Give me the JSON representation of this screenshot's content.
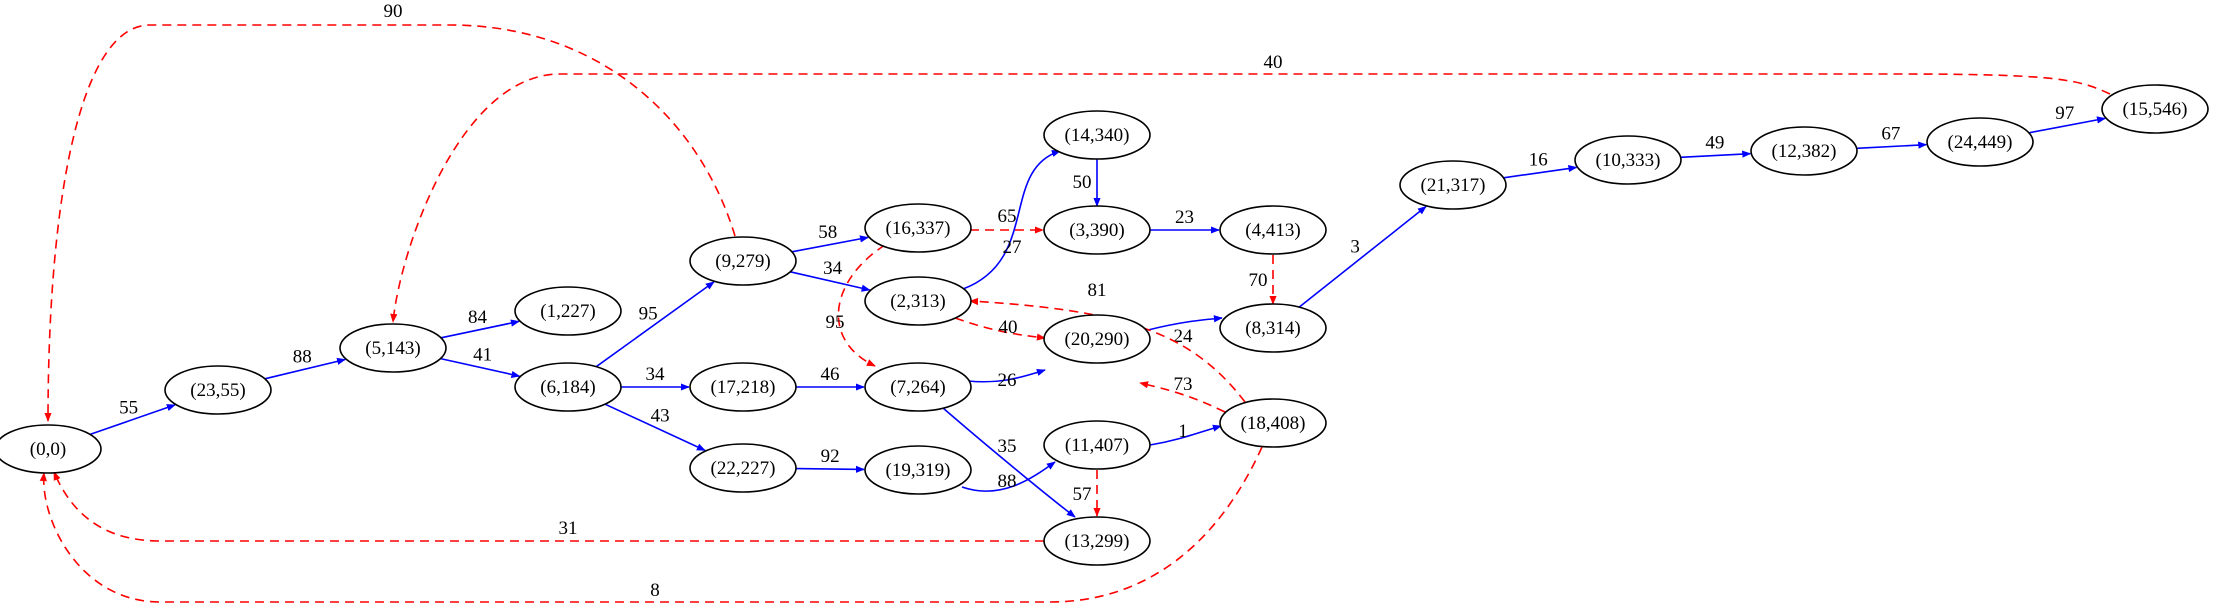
{
  "colors": {
    "tree_edge": "#0000ff",
    "back_edge": "#ff0000",
    "node_stroke": "#000000"
  },
  "nodes": [
    {
      "id": "n0",
      "label": "(0,0)"
    },
    {
      "id": "n23",
      "label": "(23,55)"
    },
    {
      "id": "n5",
      "label": "(5,143)"
    },
    {
      "id": "n6",
      "label": "(6,184)"
    },
    {
      "id": "n1",
      "label": "(1,227)"
    },
    {
      "id": "n9",
      "label": "(9,279)"
    },
    {
      "id": "n17",
      "label": "(17,218)"
    },
    {
      "id": "n22",
      "label": "(22,227)"
    },
    {
      "id": "n16",
      "label": "(16,337)"
    },
    {
      "id": "n2",
      "label": "(2,313)"
    },
    {
      "id": "n7",
      "label": "(7,264)"
    },
    {
      "id": "n19",
      "label": "(19,319)"
    },
    {
      "id": "n14",
      "label": "(14,340)"
    },
    {
      "id": "n3",
      "label": "(3,390)"
    },
    {
      "id": "n20",
      "label": "(20,290)"
    },
    {
      "id": "n11",
      "label": "(11,407)"
    },
    {
      "id": "n13",
      "label": "(13,299)"
    },
    {
      "id": "n4",
      "label": "(4,413)"
    },
    {
      "id": "n8",
      "label": "(8,314)"
    },
    {
      "id": "n18",
      "label": "(18,408)"
    },
    {
      "id": "n21",
      "label": "(21,317)"
    },
    {
      "id": "n10",
      "label": "(10,333)"
    },
    {
      "id": "n12",
      "label": "(12,382)"
    },
    {
      "id": "n24",
      "label": "(24,449)"
    },
    {
      "id": "n15",
      "label": "(15,546)"
    }
  ],
  "edges": [
    {
      "from": "n0",
      "to": "n23",
      "weight": "55",
      "kind": "tree"
    },
    {
      "from": "n23",
      "to": "n5",
      "weight": "88",
      "kind": "tree"
    },
    {
      "from": "n5",
      "to": "n1",
      "weight": "84",
      "kind": "tree"
    },
    {
      "from": "n5",
      "to": "n6",
      "weight": "41",
      "kind": "tree"
    },
    {
      "from": "n6",
      "to": "n9",
      "weight": "95",
      "kind": "tree"
    },
    {
      "from": "n6",
      "to": "n17",
      "weight": "34",
      "kind": "tree"
    },
    {
      "from": "n6",
      "to": "n22",
      "weight": "43",
      "kind": "tree"
    },
    {
      "from": "n9",
      "to": "n16",
      "weight": "58",
      "kind": "tree"
    },
    {
      "from": "n9",
      "to": "n2",
      "weight": "34",
      "kind": "tree"
    },
    {
      "from": "n17",
      "to": "n7",
      "weight": "46",
      "kind": "tree"
    },
    {
      "from": "n22",
      "to": "n19",
      "weight": "92",
      "kind": "tree"
    },
    {
      "from": "n2",
      "to": "n14",
      "weight": "27",
      "kind": "tree"
    },
    {
      "from": "n14",
      "to": "n3",
      "weight": "50",
      "kind": "tree"
    },
    {
      "from": "n3",
      "to": "n4",
      "weight": "23",
      "kind": "tree"
    },
    {
      "from": "n7",
      "to": "n20",
      "weight": "26",
      "kind": "tree"
    },
    {
      "from": "n7",
      "to": "n13",
      "weight": "35",
      "kind": "tree"
    },
    {
      "from": "n19",
      "to": "n11",
      "weight": "88",
      "kind": "tree"
    },
    {
      "from": "n20",
      "to": "n8",
      "weight": "24",
      "kind": "tree"
    },
    {
      "from": "n11",
      "to": "n18",
      "weight": "1",
      "kind": "tree"
    },
    {
      "from": "n8",
      "to": "n21",
      "weight": "3",
      "kind": "tree"
    },
    {
      "from": "n21",
      "to": "n10",
      "weight": "16",
      "kind": "tree"
    },
    {
      "from": "n10",
      "to": "n12",
      "weight": "49",
      "kind": "tree"
    },
    {
      "from": "n12",
      "to": "n24",
      "weight": "67",
      "kind": "tree"
    },
    {
      "from": "n24",
      "to": "n15",
      "weight": "97",
      "kind": "tree"
    },
    {
      "from": "n9",
      "to": "n0",
      "weight": "90",
      "kind": "back"
    },
    {
      "from": "n15",
      "to": "n5",
      "weight": "40",
      "kind": "back"
    },
    {
      "from": "n16",
      "to": "n3",
      "weight": "65",
      "kind": "back"
    },
    {
      "from": "n16",
      "to": "n7",
      "weight": "95",
      "kind": "back"
    },
    {
      "from": "n2",
      "to": "n20",
      "weight": "40",
      "kind": "back"
    },
    {
      "from": "n4",
      "to": "n8",
      "weight": "70",
      "kind": "back"
    },
    {
      "from": "n18",
      "to": "n2",
      "weight": "81",
      "kind": "back"
    },
    {
      "from": "n18",
      "to": "n20",
      "weight": "73",
      "kind": "back"
    },
    {
      "from": "n11",
      "to": "n13",
      "weight": "57",
      "kind": "back"
    },
    {
      "from": "n13",
      "to": "n0",
      "weight": "31",
      "kind": "back"
    },
    {
      "from": "n18",
      "to": "n0",
      "weight": "8",
      "kind": "back"
    }
  ]
}
